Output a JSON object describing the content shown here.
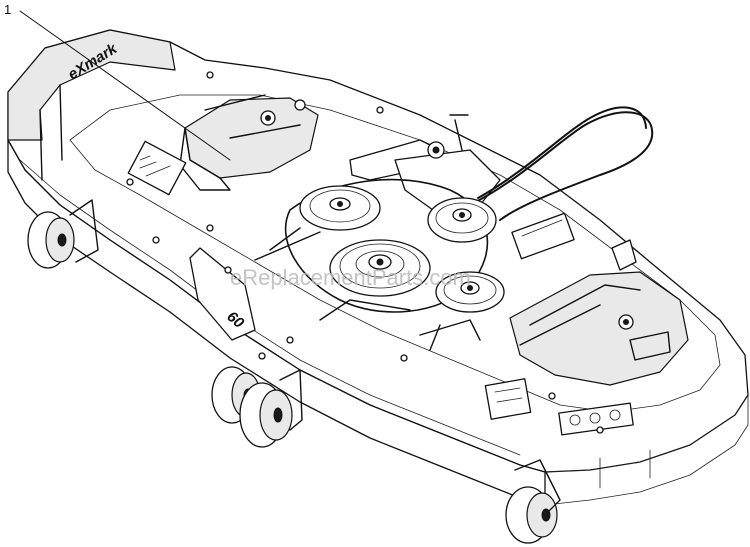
{
  "diagram": {
    "callouts": [
      {
        "label": "1"
      }
    ],
    "watermark": "eReplacementParts.com",
    "brand_logo": "eXmark",
    "deck_badge": "60"
  }
}
